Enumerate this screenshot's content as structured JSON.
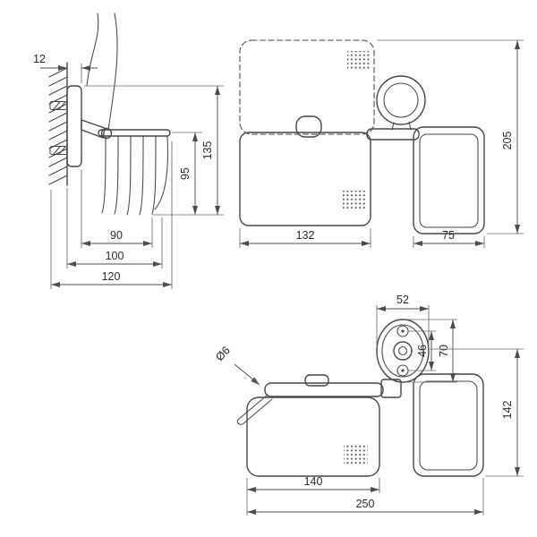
{
  "colors": {
    "background": "#ffffff",
    "object_line": "#474747",
    "dimension_line": "#4d4d4d",
    "label_text": "#2b2b2b"
  },
  "side_view": {
    "dim_plate_thickness": "12",
    "dim_basket_height": "95",
    "dim_total_height": "135",
    "dim_depth_inner": "90",
    "dim_depth_mid": "100",
    "dim_depth_outer": "120"
  },
  "front_view": {
    "dim_holder_width": "132",
    "dim_basket_width": "75",
    "dim_total_height": "205"
  },
  "top_view": {
    "dim_flange_width": "52",
    "dim_hole_spacing": "46",
    "dim_flange_depth": "70",
    "dim_total_depth": "142",
    "dim_holder_width": "140",
    "dim_total_width": "250",
    "dim_rod_diameter": "Ø6"
  }
}
